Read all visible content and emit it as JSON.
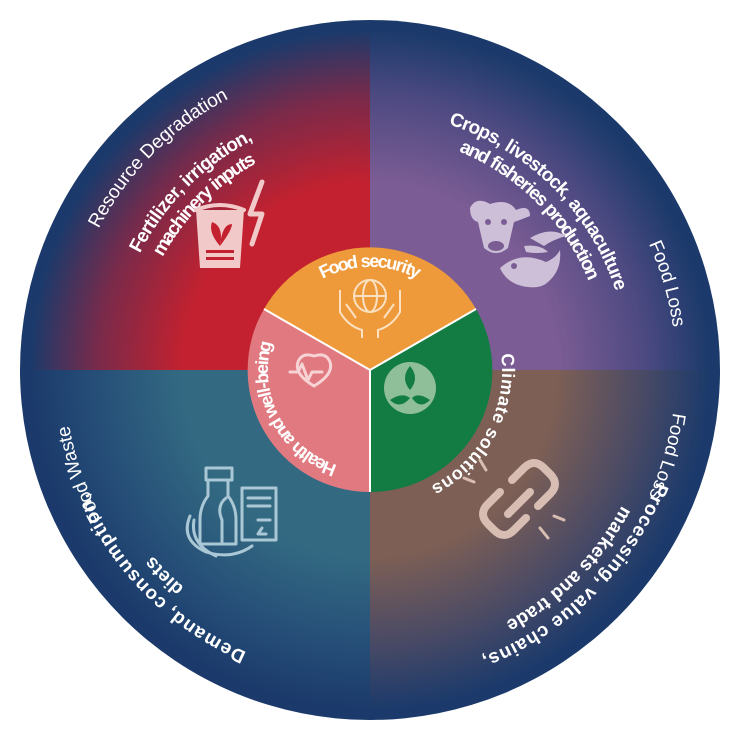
{
  "outer_labels": {
    "top_left": "Resource Degradation",
    "top_right": "Food Loss",
    "bottom_right": "Food Loss",
    "bottom_left": "Food Waste"
  },
  "quadrants": {
    "inputs": {
      "line1": "Fertilizer, irrigation,",
      "line2": "machinery inputs",
      "color": "#c3212f",
      "icon": "fertilizer-bag-and-energy-icon"
    },
    "production": {
      "line1": "Crops, livestock, aquaculture",
      "line2": "and fisheries production",
      "color": "#7c5c94",
      "icon": "cow-wheat-fish-icon"
    },
    "processing": {
      "line1": "Processing, value chains,",
      "line2": "markets and trade",
      "color": "#7d5f55",
      "icon": "chain-link-icon"
    },
    "demand": {
      "line1": "Demand, consumption,",
      "line2": "diets",
      "color": "#336a82",
      "icon": "groceries-icon"
    }
  },
  "outcomes": {
    "food_security": {
      "label": "Food security",
      "color": "#ef9a3a",
      "icon": "globe-in-hands-icon"
    },
    "climate": {
      "label": "Climate solutions",
      "color": "#127c43",
      "icon": "leaves-icon"
    },
    "health": {
      "label": "Health and well-being",
      "color": "#e07a80",
      "icon": "heart-pulse-icon"
    }
  },
  "colors": {
    "ring": "#1b3a6b"
  }
}
